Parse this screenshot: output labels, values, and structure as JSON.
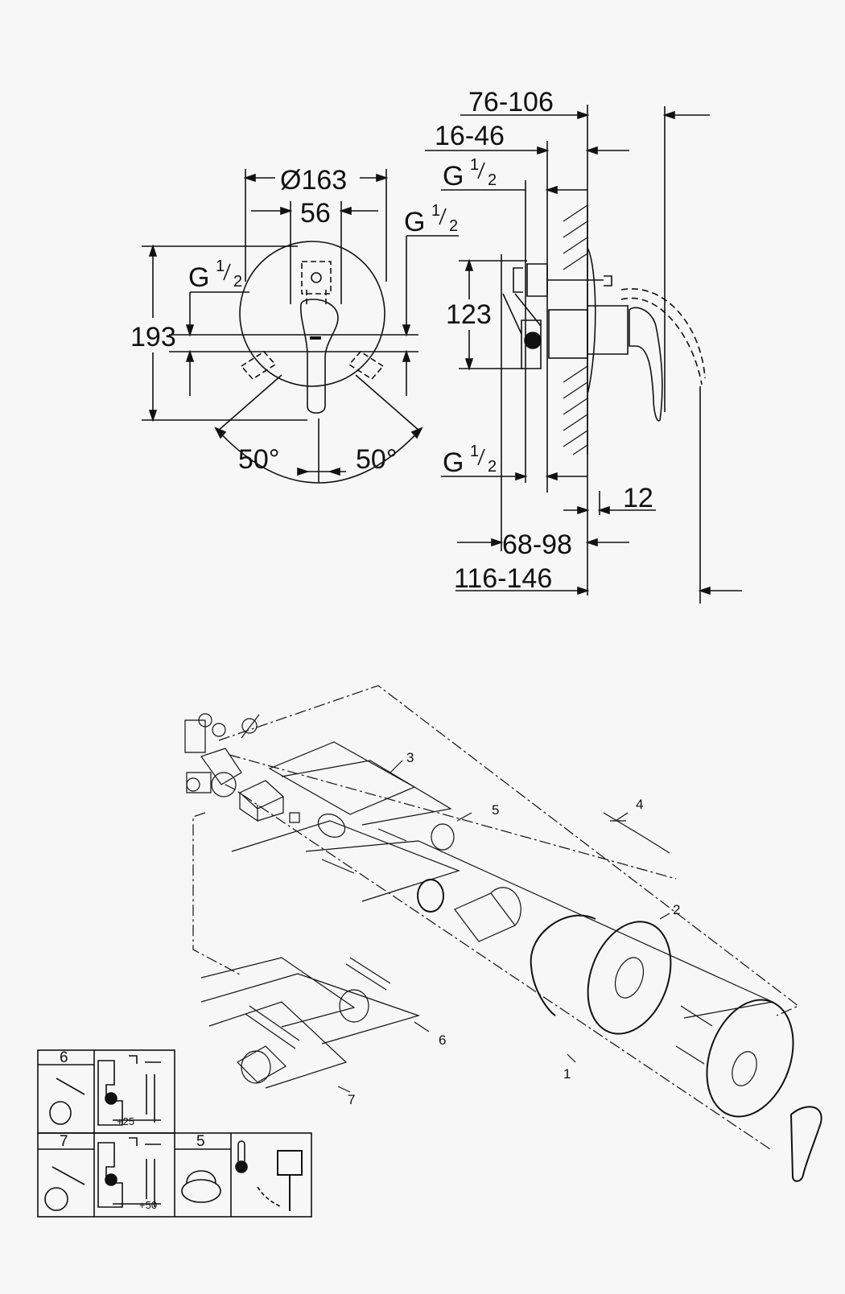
{
  "front_view": {
    "diameter": "Ø163",
    "width_56": "56",
    "height_193": "193",
    "angle_left": "50°",
    "angle_right": "50°",
    "thread_left": {
      "base": "G",
      "num": "1",
      "den": "2"
    },
    "thread_right": {
      "base": "G",
      "num": "1",
      "den": "2"
    }
  },
  "side_view": {
    "dim_76_106": "76-106",
    "dim_16_46": "16-46",
    "dim_123": "123",
    "dim_12": "12",
    "dim_68_98": "68-98",
    "dim_116_146": "116-146",
    "thread_top": {
      "base": "G",
      "num": "1",
      "den": "2"
    },
    "thread_bottom": {
      "base": "G",
      "num": "1",
      "den": "2"
    }
  },
  "exploded_view": {
    "callouts": [
      "1",
      "2",
      "3",
      "4",
      "5",
      "6",
      "7"
    ]
  },
  "spare_parts_table": {
    "cell_6": "6",
    "cell_7": "7",
    "cell_5": "5",
    "offset_25": "+25",
    "offset_50": "+50"
  }
}
